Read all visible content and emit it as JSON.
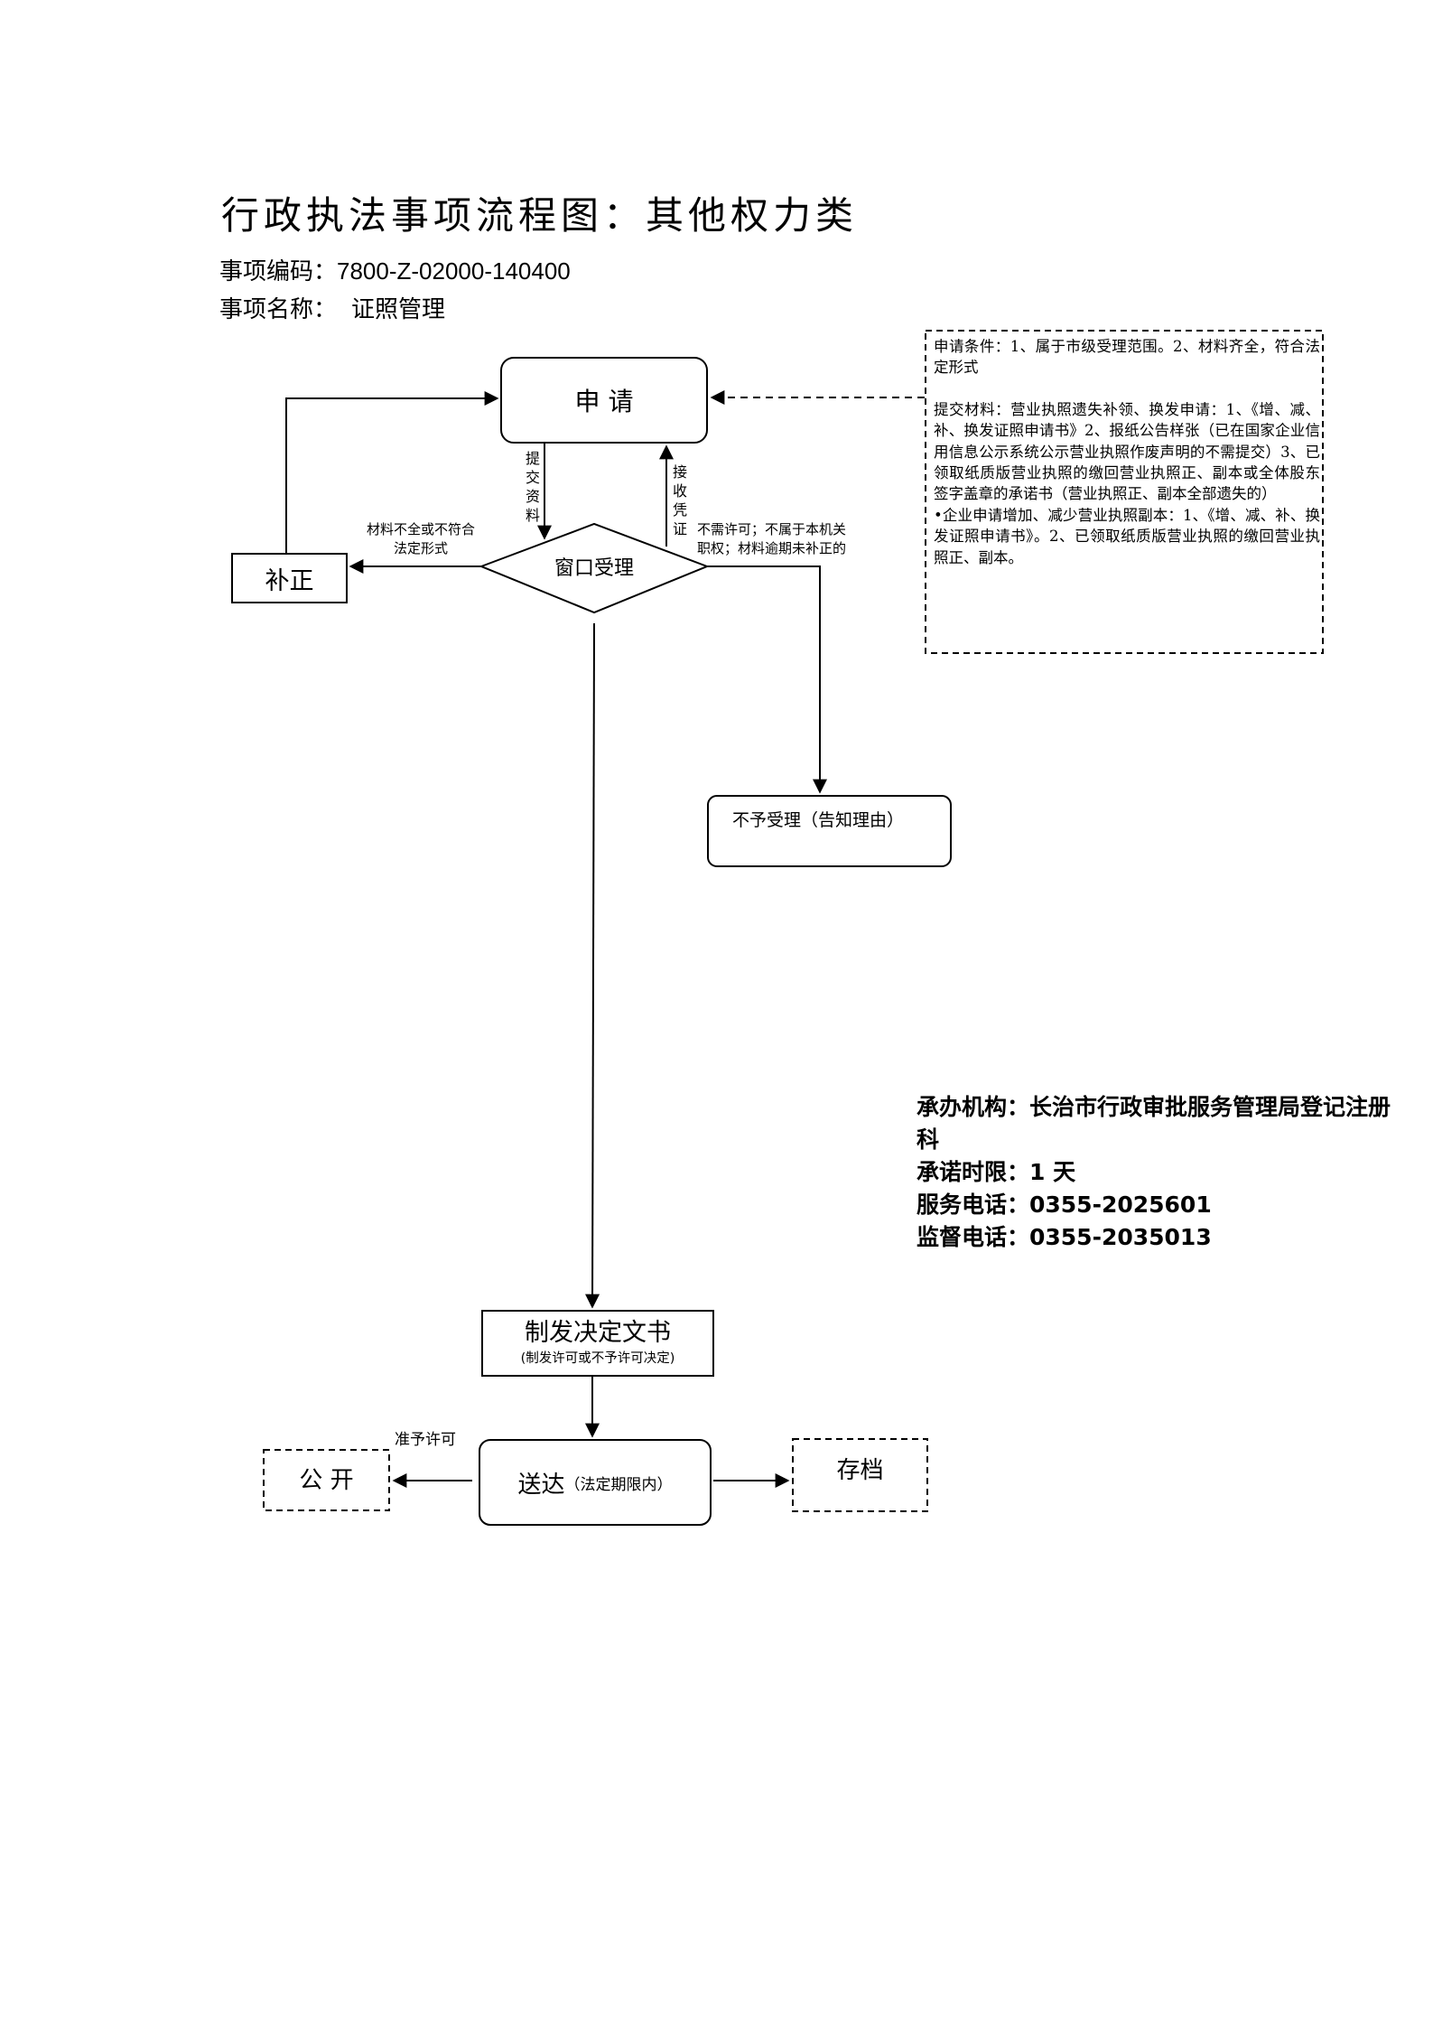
{
  "header": {
    "title": "行政执法事项流程图：其他权力类",
    "code_label": "事项编码：",
    "code_value": "7800-Z-02000-140400",
    "name_label": "事项名称：",
    "name_value": "证照管理"
  },
  "nodes": {
    "apply": "申  请",
    "window_accept": "窗口受理",
    "correction": "补正",
    "reject": "不予受理（告知理由）",
    "decision_main": "制发决定文书",
    "decision_sub": "(制发许可或不予许可决定)",
    "deliver_main": "送达",
    "deliver_sub": "（法定期限内）",
    "publish": "公  开",
    "archive": "存档"
  },
  "edge_labels": {
    "submit_materials": "提交资料",
    "receive_voucher": "接收凭证",
    "incomplete_line1": "材料不全或不符合",
    "incomplete_line2": "法定形式",
    "no_permit_line1": "不需许可；不属于本机关",
    "no_permit_line2": "职权；材料逾期未补正的",
    "grant_permit": "准予许可"
  },
  "notes": {
    "conditions": "申请条件：1、属于市级受理范围。2、材料齐全，符合法定形式",
    "materials_1": "提交材料：营业执照遗失补领、换发申请：1、《增、减、补、换发证照申请书》2、报纸公告样张（已在国家企业信用信息公示系统公示营业执照作废声明的不需提交）3、已领取纸质版营业执照的缴回营业执照正、副本或全体股东签字盖章的承诺书（营业执照正、副本全部遗失的）",
    "materials_2": "•企业申请增加、减少营业执照副本：1、《增、减、补、换发证照申请书》。2、已领取纸质版营业执照的缴回营业执照正、副本。"
  },
  "contact": {
    "agency": "承办机构：长治市行政审批服务管理局登记注册科",
    "time_limit": "承诺时限：1 天",
    "service_phone": "服务电话：0355-2025601",
    "supervise_phone": "监督电话：0355-2035013"
  }
}
